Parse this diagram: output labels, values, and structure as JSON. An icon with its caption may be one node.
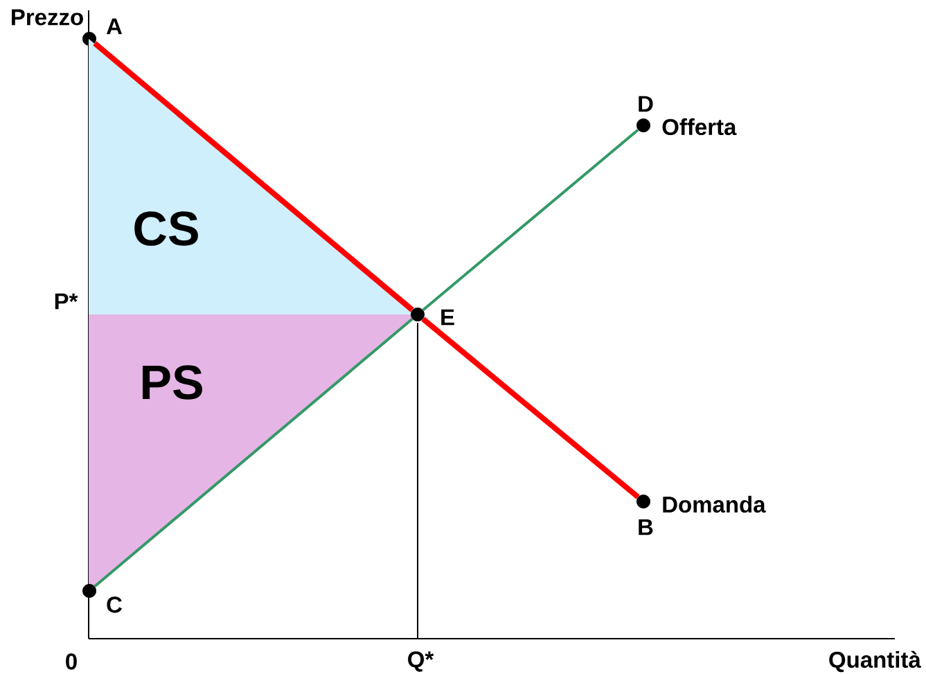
{
  "diagram": {
    "nodes": [
      {
        "text": [],
        "shape": "circle",
        "beside": [
          "A"
        ]
      },
      {
        "text": [
          "CS"
        ]
      },
      {
        "text": [
          "PS"
        ]
      },
      {
        "text": [],
        "shape": "circle",
        "beside": [
          "E"
        ]
      },
      {
        "text": [],
        "shape": "circle",
        "beside": [
          "D",
          "Offerta"
        ]
      },
      {
        "text": [],
        "shape": "circle",
        "beside": [
          "Domanda",
          "B"
        ]
      },
      {
        "text": [],
        "shape": "circle",
        "beside": [
          "C"
        ]
      }
    ],
    "edges": [
      {
        "from": 0,
        "to": 3,
        "arrow": "none",
        "style": "thick",
        "color": "#ff0000"
      },
      {
        "from": 3,
        "to": 5,
        "arrow": "none",
        "style": "thick",
        "color": "#ff0000"
      },
      {
        "from": 6,
        "to": 3,
        "arrow": "none",
        "color": "#339966"
      },
      {
        "from": 3,
        "to": 4,
        "arrow": "none",
        "color": "#339966"
      }
    ],
    "labels": [
      "Prezzo",
      "P*",
      "0",
      "Q*",
      "Quantità"
    ]
  }
}
